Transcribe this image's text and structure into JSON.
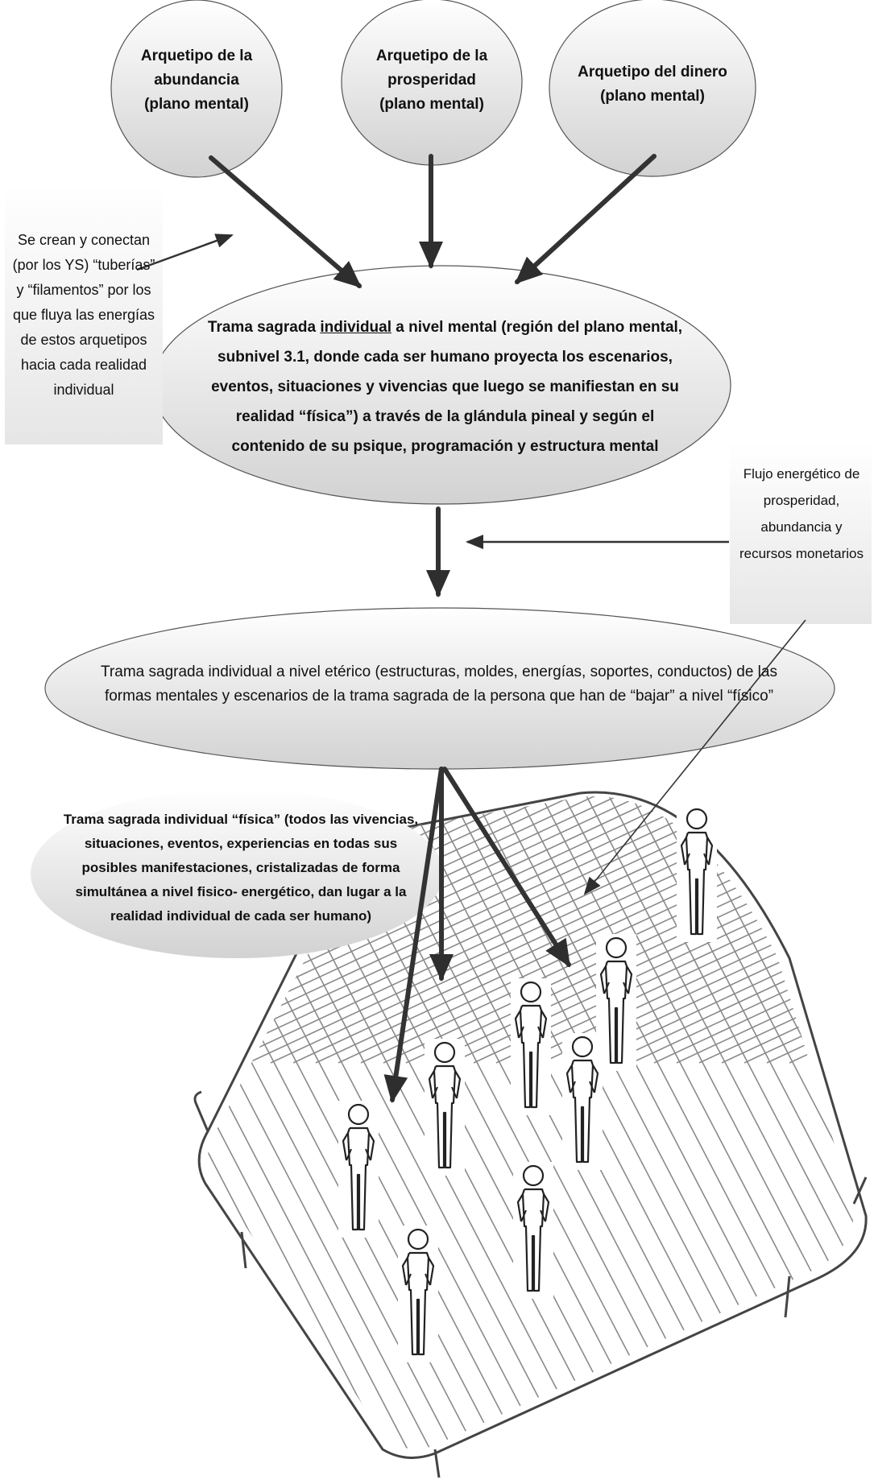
{
  "archetypes": [
    {
      "text": "Arquetipo de la abundancia (plano mental)"
    },
    {
      "text": "Arquetipo de la prosperidad (plano mental)"
    },
    {
      "text": "Arquetipo del dinero (plano mental)"
    }
  ],
  "mental_plane": {
    "prefix": "Trama sagrada ",
    "underlined": "individual",
    "suffix": " a nivel mental (región del plano mental, subnivel 3.1, donde cada ser humano proyecta los escenarios, eventos, situaciones y vivencias que luego se manifiestan en su realidad “física”) a través de la glándula pineal y según el contenido de su psique, programación y estructura mental"
  },
  "etheric_plane": "Trama sagrada individual a nivel etérico (estructuras, moldes, energías, soportes, conductos) de las formas mentales y escenarios de la trama sagrada de la persona que han de “bajar” a nivel “físico”",
  "physical_plane": "Trama sagrada individual “física” (todos las vivencias, situaciones, eventos, experiencias en todas sus posibles manifestaciones, cristalizadas de forma simultánea a nivel fisico- energético, dan lugar a la realidad individual de cada ser humano)",
  "side_note": "Se crean y conectan (por los YS) “tuberías” y “filamentos” por los que fluya las energías de estos arquetipos hacia cada realidad individual",
  "energy_flow": "Flujo energético de prosperidad, abundancia y recursos monetarios",
  "colors": {
    "ellipse_top": "#ffffff",
    "ellipse_bottom": "#d2d2d2",
    "stroke": "#444444",
    "arrow": "#333333",
    "grid": "#8a8a8a"
  },
  "figures": [
    {
      "icon": "person-icon"
    },
    {
      "icon": "person-icon"
    },
    {
      "icon": "person-icon"
    },
    {
      "icon": "person-icon"
    },
    {
      "icon": "person-icon"
    },
    {
      "icon": "person-icon"
    },
    {
      "icon": "person-icon"
    },
    {
      "icon": "person-icon"
    }
  ]
}
